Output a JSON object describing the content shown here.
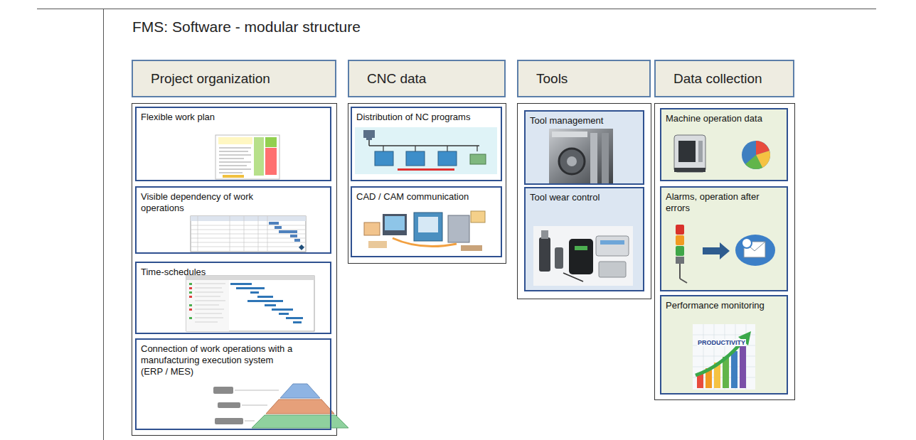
{
  "diagram": {
    "title": "FMS: Software - modular structure",
    "nodes": [
      {
        "text": [
          "Project organization"
        ]
      },
      {
        "text": [
          "Flexible work plan"
        ]
      },
      {
        "text": [
          "Visible dependency of work operations"
        ]
      },
      {
        "text": [
          "Time-schedules"
        ]
      },
      {
        "text": [
          "Connection of work operations with a manufacturing execution system (ERP / MES)"
        ]
      },
      {
        "text": [
          "CNC data"
        ]
      },
      {
        "text": [
          "Distribution of NC programs"
        ]
      },
      {
        "text": [
          "CAD / CAM communication"
        ]
      },
      {
        "text": [
          "Tools"
        ]
      },
      {
        "text": [
          "Tool management"
        ]
      },
      {
        "text": [
          "Tool wear control"
        ]
      },
      {
        "text": [
          "Data collection"
        ]
      },
      {
        "text": [
          "Machine operation data"
        ]
      },
      {
        "text": [
          "Alarms, operation after errors"
        ]
      },
      {
        "text": [
          "Performance monitoring"
        ]
      }
    ],
    "labels": [
      "PRODUCTIVITY"
    ]
  }
}
